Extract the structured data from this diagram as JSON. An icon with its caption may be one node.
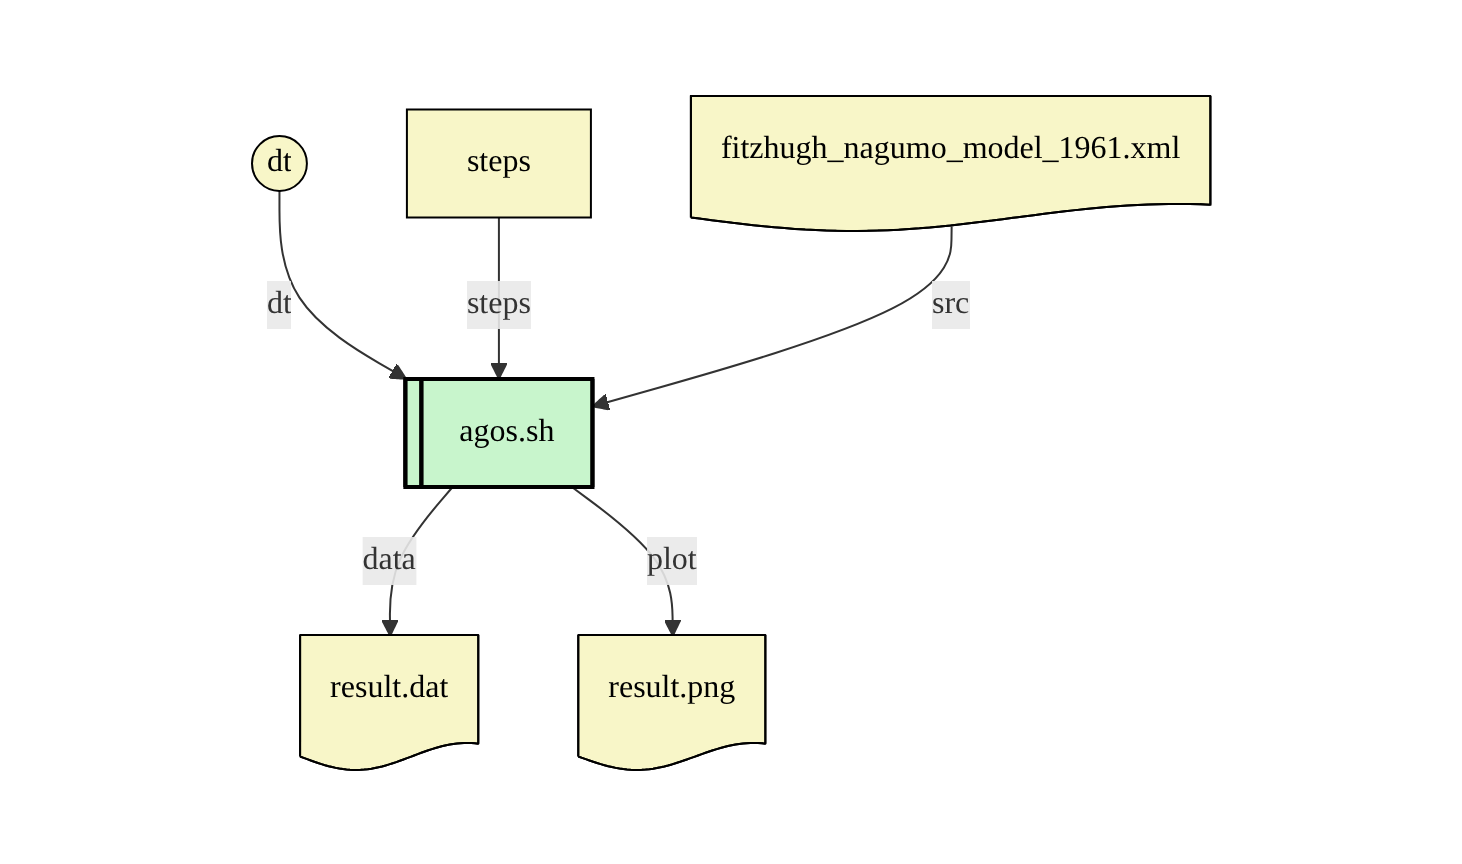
{
  "diagram": {
    "nodes": [
      {
        "text": [
          "dt"
        ]
      },
      {
        "text": [
          "steps"
        ]
      },
      {
        "text": [
          "fitzhugh_nagumo_model_1961.xml"
        ]
      },
      {
        "text": [
          "agos.sh"
        ]
      },
      {
        "text": [
          "result.dat"
        ]
      },
      {
        "text": [
          "result.png"
        ]
      }
    ],
    "edges": [
      {
        "from": 0,
        "to": 3,
        "arrow": "to",
        "label": "dt"
      },
      {
        "from": 1,
        "to": 3,
        "arrow": "to",
        "label": "steps"
      },
      {
        "from": 2,
        "to": 3,
        "arrow": "to",
        "label": "src"
      },
      {
        "from": 3,
        "to": 4,
        "arrow": "to",
        "label": "data"
      },
      {
        "from": 3,
        "to": 5,
        "arrow": "to",
        "label": "plot"
      }
    ]
  }
}
